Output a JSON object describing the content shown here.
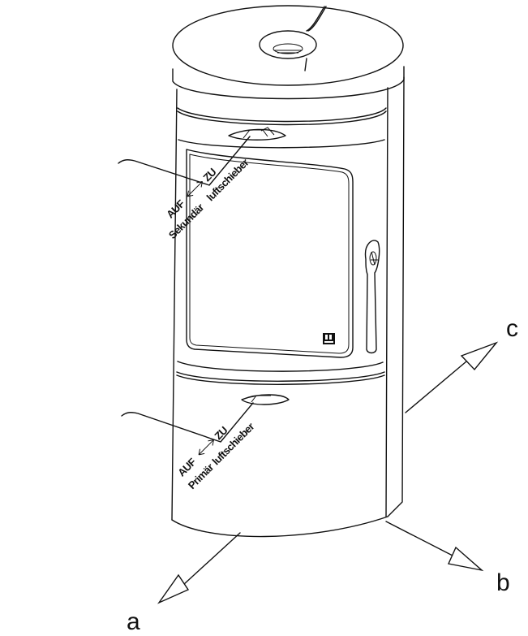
{
  "diagram": {
    "upper_label": {
      "line1_left": "AUF",
      "line1_right": "ZU",
      "line2_left": "Sekundär",
      "line2_right": "luftschieber"
    },
    "lower_label": {
      "line1_left": "AUF",
      "line1_right": "ZU",
      "line2_left": "Primär",
      "line2_right": "luftschieber"
    },
    "axes": {
      "a": "a",
      "b": "b",
      "c": "c"
    }
  }
}
